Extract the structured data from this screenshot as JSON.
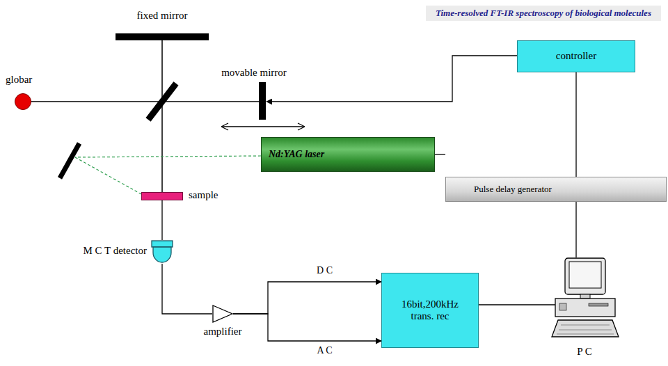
{
  "diagram": {
    "title": "Time-resolved FT-IR spectroscopy of biological molecules",
    "nodes": [
      {
        "text": [
          "fixed mirror"
        ]
      },
      {
        "text": [
          "globar"
        ]
      },
      {
        "text": [
          "movable mirror"
        ]
      },
      {
        "text": [
          "controller"
        ]
      },
      {
        "text": [
          "Nd:YAG laser"
        ]
      },
      {
        "text": [
          "Pulse delay generator"
        ]
      },
      {
        "text": [
          "sample"
        ]
      },
      {
        "text": [
          "M C T detector"
        ]
      },
      {
        "text": [
          "amplifier"
        ]
      },
      {
        "text": [
          "16bit,200kHz trans. rec"
        ]
      },
      {
        "text": [
          "P C"
        ]
      }
    ],
    "edges": [
      {
        "from": 3,
        "to": 2,
        "arrow": "to"
      },
      {
        "from": 3,
        "to": 5,
        "arrow": "none"
      },
      {
        "from": 5,
        "to": 4,
        "arrow": "none"
      },
      {
        "from": 5,
        "to": 10,
        "arrow": "none"
      },
      {
        "from": 6,
        "to": 7,
        "arrow": "none"
      },
      {
        "from": 7,
        "to": 8,
        "arrow": "none"
      },
      {
        "from": 8,
        "to": 9,
        "label": "D C",
        "arrow": "to"
      },
      {
        "from": 8,
        "to": 9,
        "label": "A C",
        "arrow": "to"
      },
      {
        "from": 9,
        "to": 10,
        "arrow": "none"
      }
    ]
  }
}
